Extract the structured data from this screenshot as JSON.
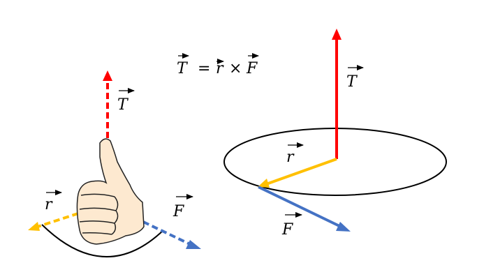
{
  "formula": {
    "T": "T",
    "eq": "=",
    "r": "r",
    "times": "×",
    "F": "F"
  },
  "left_diagram": {
    "torque_label": "T",
    "radius_label": "r",
    "force_label": "F",
    "hand_icon": "thumbs-up-hand-icon"
  },
  "right_diagram": {
    "torque_label": "T",
    "radius_label": "r",
    "force_label": "F"
  },
  "colors": {
    "torque": "#ff0000",
    "radius": "#ffc000",
    "force": "#4472c4",
    "hand_fill": "#fde9d0"
  }
}
